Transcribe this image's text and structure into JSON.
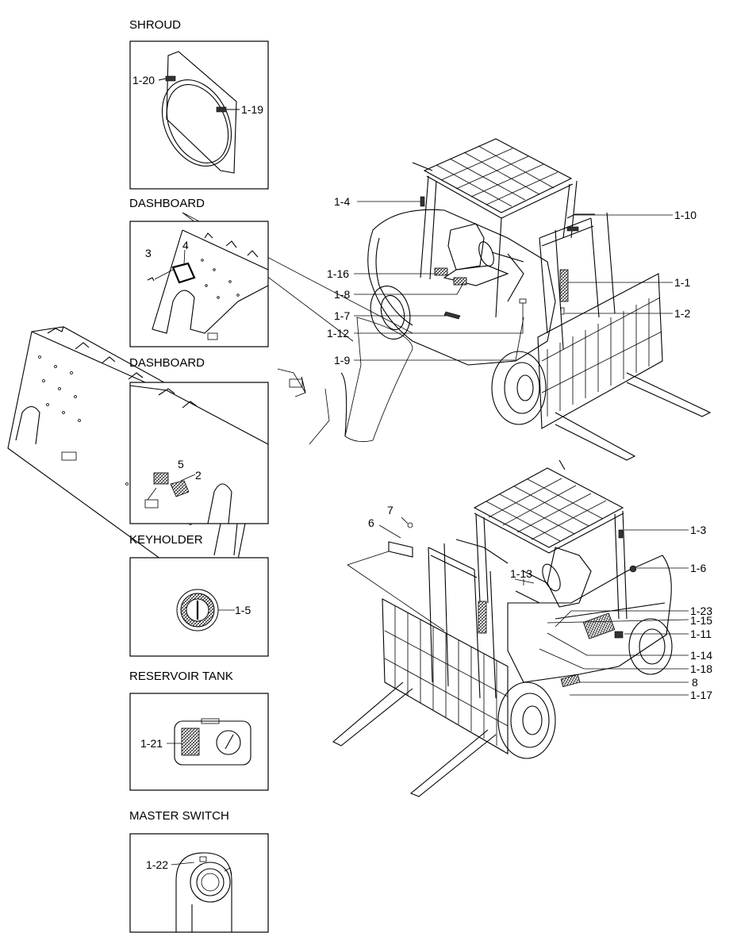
{
  "sections": {
    "shroud": "SHROUD",
    "dashboard_1": "DASHBOARD",
    "dashboard_2": "DASHBOARD",
    "keyholder": "KEYHOLDER",
    "reservoir_tank": "RESERVOIR TANK",
    "master_switch": "MASTER SWITCH"
  },
  "callouts": {
    "c1_1": "1-1",
    "c1_2": "1-2",
    "c1_3": "1-3",
    "c1_4": "1-4",
    "c1_5": "1-5",
    "c1_6": "1-6",
    "c1_7": "1-7",
    "c1_8": "1-8",
    "c1_9": "1-9",
    "c1_10": "1-10",
    "c1_11": "1-11",
    "c1_12": "1-12",
    "c1_13": "1-13",
    "c1_14": "1-14",
    "c1_15": "1-15",
    "c1_16": "1-16",
    "c1_17": "1-17",
    "c1_18": "1-18",
    "c1_19": "1-19",
    "c1_20": "1-20",
    "c1_21": "1-21",
    "c1_22": "1-22",
    "c1_23": "1-23",
    "n2": "2",
    "n3": "3",
    "n4": "4",
    "n5": "5",
    "n6": "6",
    "n7": "7",
    "n8": "8"
  }
}
